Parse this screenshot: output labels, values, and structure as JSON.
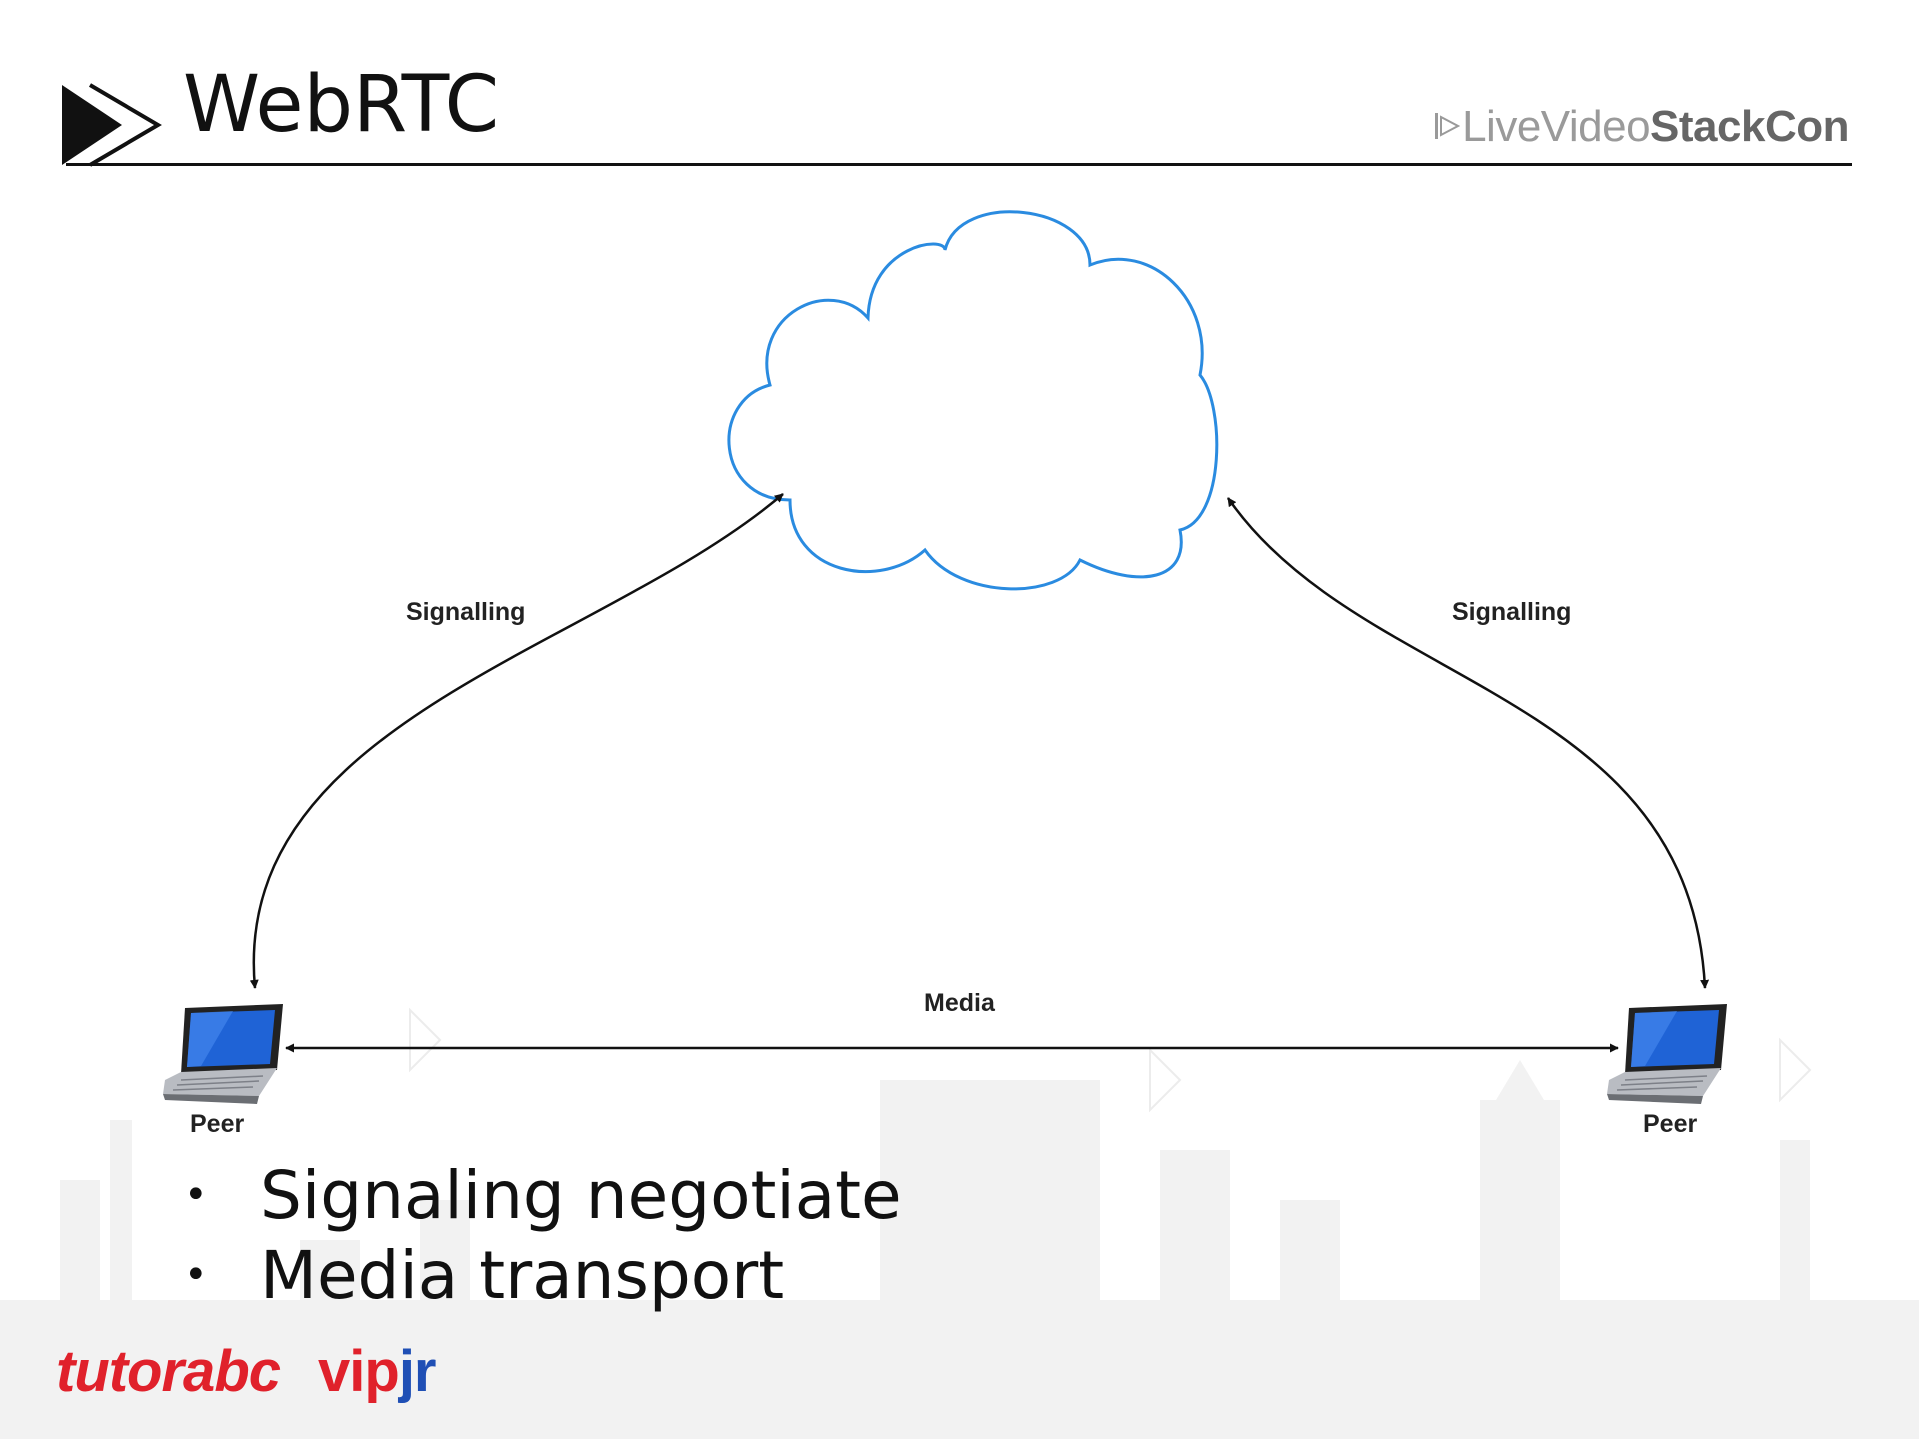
{
  "slide": {
    "title": "WebRTC",
    "brand": {
      "part1": "LiveVideo",
      "part2": "StackCon"
    }
  },
  "diagram": {
    "nodes": [
      {
        "id": "cloud",
        "label": ""
      },
      {
        "id": "peer_left",
        "label": "Peer"
      },
      {
        "id": "peer_right",
        "label": "Peer"
      }
    ],
    "edges": [
      {
        "from": "peer_left",
        "to": "cloud",
        "label": "Signalling",
        "bidirectional": true
      },
      {
        "from": "peer_right",
        "to": "cloud",
        "label": "Signalling",
        "bidirectional": true
      },
      {
        "from": "peer_left",
        "to": "peer_right",
        "label": "Media",
        "bidirectional": true
      }
    ],
    "colors": {
      "cloud_stroke": "#2a8be0",
      "edge": "#111111"
    }
  },
  "bullets": [
    "Signaling negotiate",
    "Media transport"
  ],
  "footer": {
    "logo1": "tutorabc",
    "logo2_a": "vip",
    "logo2_b": "jr"
  }
}
